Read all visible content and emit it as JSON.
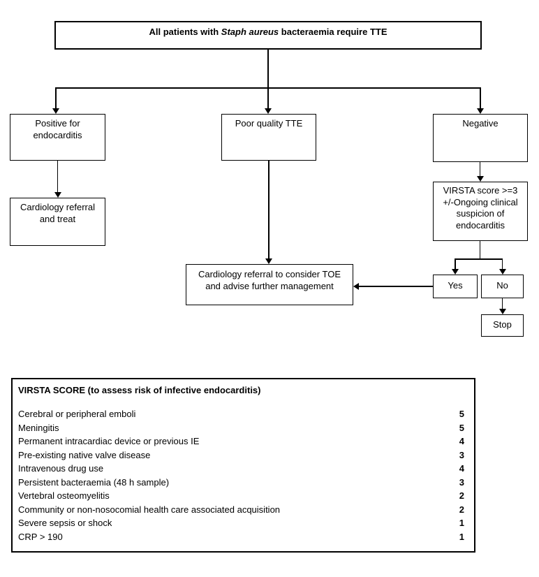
{
  "page": {
    "background": "#ffffff",
    "line_color": "#000000"
  },
  "flowchart": {
    "root": {
      "text_prefix": "All patients with ",
      "text_italic": "Staph aureus",
      "text_suffix": " bacteraemia require TTE"
    },
    "positive_box": "Positive for\nendocarditis",
    "cardiology_treat_box": "Cardiology referral\nand treat",
    "poor_tte_box": "Poor quality TTE",
    "negative_box": "Negative",
    "virsta_decision_box": "VIRSTA score >=3\n+/-Ongoing clinical\nsuspicion of\nendocarditis",
    "toe_box": "Cardiology referral to consider TOE\nand advise further management",
    "yes_box": "Yes",
    "no_box": "No",
    "stop_box": "Stop"
  },
  "score_table": {
    "title": "VIRSTA SCORE (to assess risk of infective endocarditis)",
    "rows": [
      {
        "label": "Cerebral or peripheral emboli",
        "points": "5"
      },
      {
        "label": "Meningitis",
        "points": "5"
      },
      {
        "label": "Permanent intracardiac device or previous IE",
        "points": "4"
      },
      {
        "label": "Pre-existing native valve disease",
        "points": "3"
      },
      {
        "label": "Intravenous drug use",
        "points": "4"
      },
      {
        "label": "Persistent bacteraemia (48 h sample)",
        "points": "3"
      },
      {
        "label": "Vertebral osteomyelitis",
        "points": "2"
      },
      {
        "label": "Community or non-nosocomial health care associated acquisition",
        "points": "2"
      },
      {
        "label": "Severe sepsis or shock",
        "points": "1"
      },
      {
        "label": "CRP > 190",
        "points": "1"
      }
    ]
  }
}
